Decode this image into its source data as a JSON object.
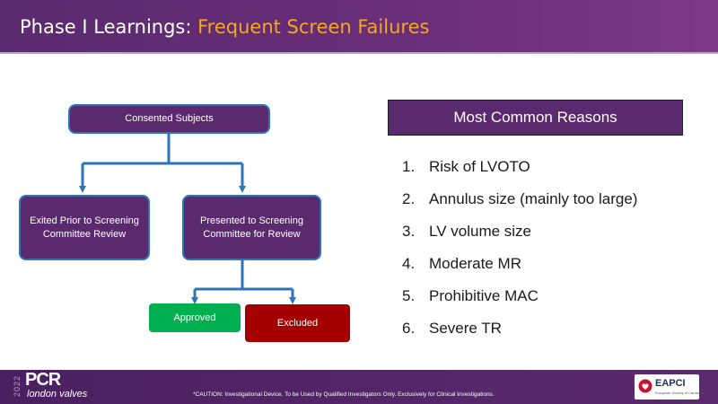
{
  "header": {
    "title_prefix": "Phase I Learnings: ",
    "title_accent": "Frequent Screen Failures"
  },
  "flowchart": {
    "consented": "Consented Subjects",
    "exited": "Exited Prior to Screening Committee Review",
    "presented": "Presented to Screening Committee for Review",
    "approved": "Approved",
    "excluded": "Excluded"
  },
  "reasons": {
    "title": "Most Common Reasons",
    "items": [
      {
        "num": "1.",
        "text": "Risk of LVOTO"
      },
      {
        "num": "2.",
        "text": "Annulus size (mainly too large)"
      },
      {
        "num": "3.",
        "text": "LV volume size"
      },
      {
        "num": "4.",
        "text": "Moderate MR"
      },
      {
        "num": "5.",
        "text": "Prohibitive MAC"
      },
      {
        "num": "6.",
        "text": "Severe TR"
      }
    ]
  },
  "footer": {
    "year": "2022",
    "logo": "PCR",
    "logo_sub": "london valves",
    "caution": "*CAUTION: Investigational Device. To be Used by Qualified Investigators Only. Exclusively for Clinical Investigations.",
    "eapci_name": "EAPCI",
    "eapci_sub": "European Society of Cardiology"
  },
  "colors": {
    "purple": "#5b2a6e",
    "accent": "#f5a623",
    "connector": "#2e75b6",
    "approved": "#00b050",
    "excluded": "#a50000"
  }
}
